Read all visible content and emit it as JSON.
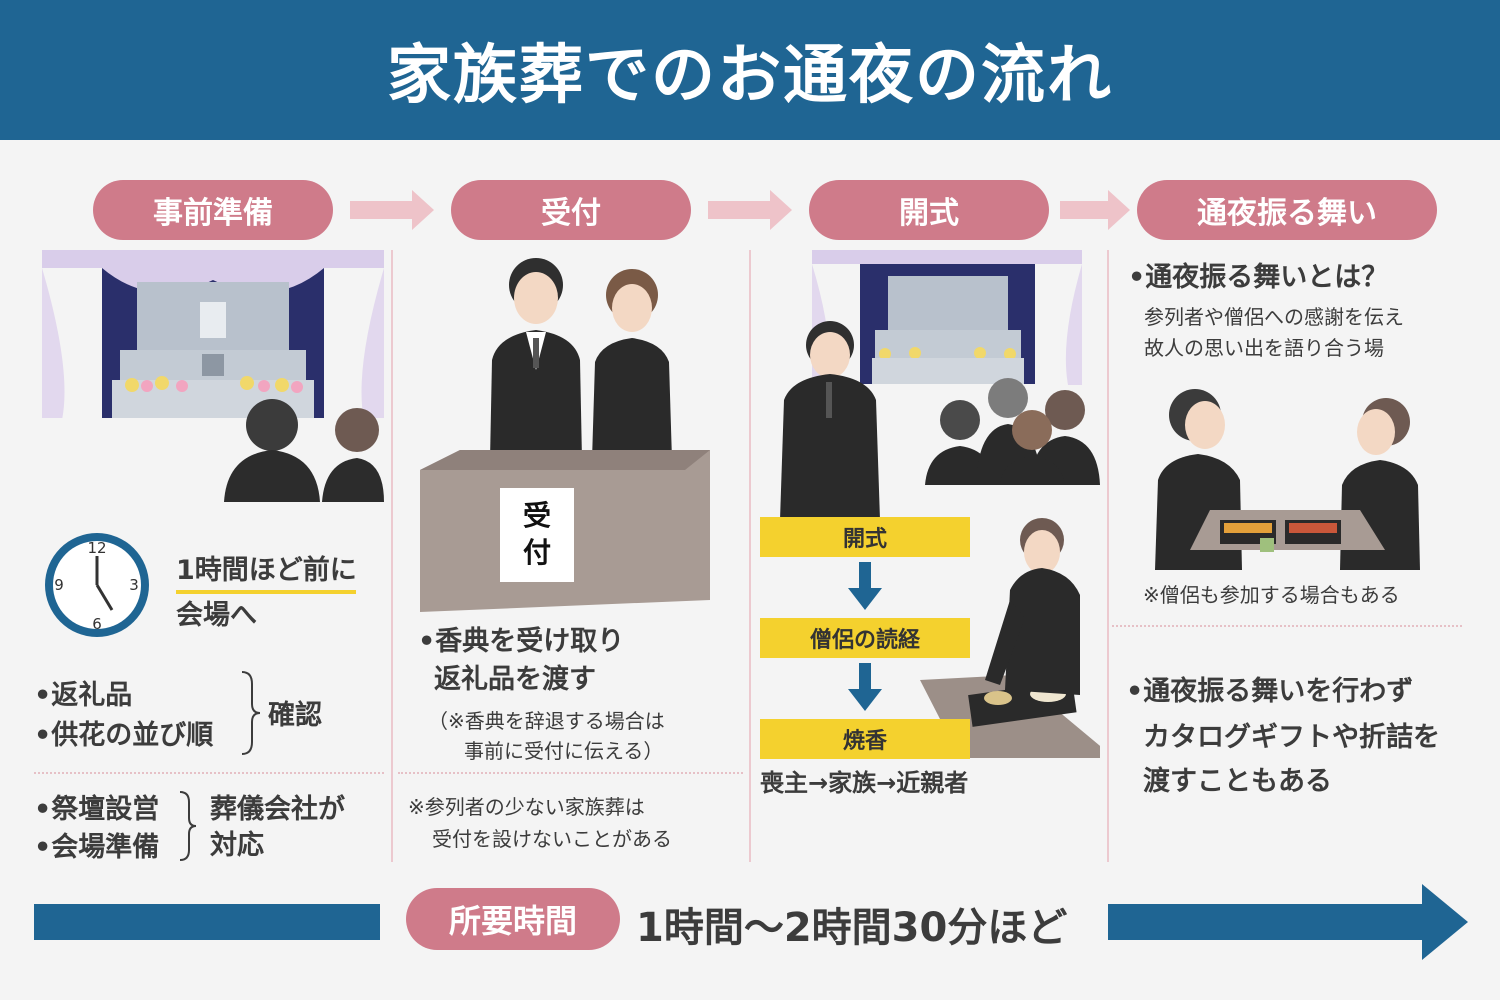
{
  "header": {
    "title": "家族葬でのお通夜の流れ"
  },
  "steps": [
    {
      "label": "事前準備"
    },
    {
      "label": "受付"
    },
    {
      "label": "開式"
    },
    {
      "label": "通夜振る舞い"
    }
  ],
  "col1": {
    "clock_numbers": [
      "12",
      "3",
      "6",
      "9"
    ],
    "arrive_line1": "1時間ほど前に",
    "arrive_line2": "会場へ",
    "check_items": [
      "•返礼品",
      "•供花の並び順"
    ],
    "check_label": "確認",
    "company_items": [
      "•祭壇設営",
      "•会場準備"
    ],
    "company_label_line1": "葬儀会社が",
    "company_label_line2": "対応"
  },
  "col2": {
    "sign_line1": "受",
    "sign_line2": "付",
    "main_line1": "•香典を受け取り",
    "main_line2": "返礼品を渡す",
    "note_line1": "（※香典を辞退する場合は",
    "note_line2": "事前に受付に伝える）",
    "footnote_line1": "※参列者の少ない家族葬は",
    "footnote_line2": "受付を設けないことがある"
  },
  "col3": {
    "flow": [
      "開式",
      "僧侶の読経",
      "焼香"
    ],
    "order": "喪主→家族→近親者"
  },
  "col4": {
    "q_title": "•通夜振る舞いとは？",
    "q_line1": "参列者や僧侶への感謝を伝え",
    "q_line2": "故人の思い出を語り合う場",
    "note": "※僧侶も参加する場合もある",
    "alt_line1": "•通夜振る舞いを行わず",
    "alt_line2": "カタログギフトや折詰を",
    "alt_line3": "渡すこともある"
  },
  "footer": {
    "label": "所要時間",
    "duration": "1時間〜2時間30分ほど"
  },
  "colors": {
    "navy": "#1f6593",
    "pink": "#cf7b8a",
    "yellow": "#f4d12e"
  }
}
